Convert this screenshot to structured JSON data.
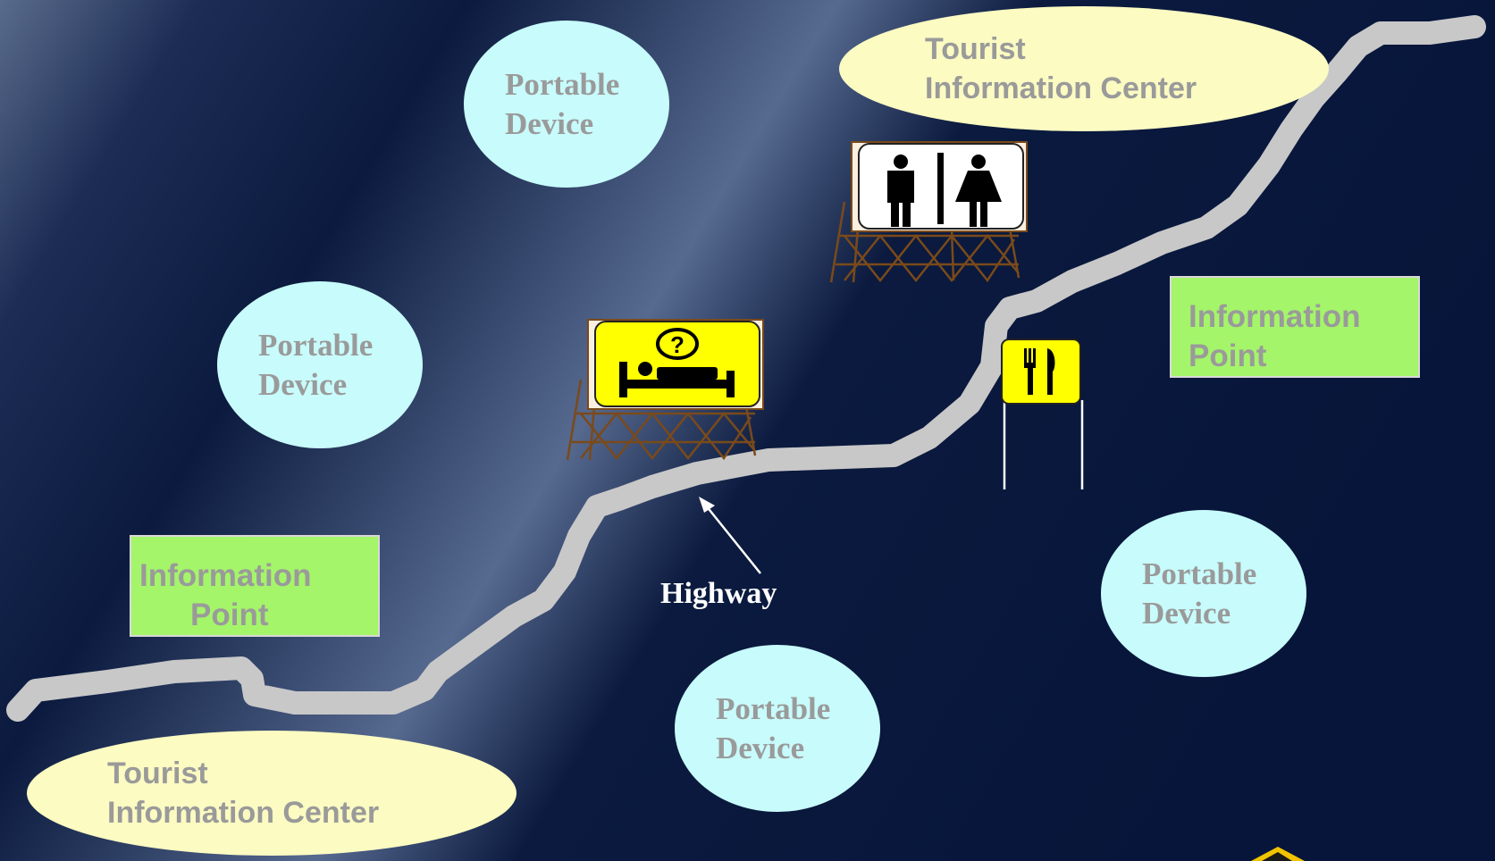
{
  "portable_devices": [
    {
      "line1": "Portable",
      "line2": "Device"
    },
    {
      "line1": "Portable",
      "line2": "Device"
    },
    {
      "line1": "Portable",
      "line2": "Device"
    },
    {
      "line1": "Portable",
      "line2": "Device"
    }
  ],
  "tourist_centers": [
    {
      "line1": "Tourist",
      "line2": "Information Center"
    },
    {
      "line1": "Tourist",
      "line2": "Information Center"
    }
  ],
  "info_points": [
    {
      "line1": "Information",
      "line2": "Point"
    },
    {
      "line1": "Information",
      "line2": "Point"
    }
  ],
  "highway_label": "Highway",
  "signs": {
    "restroom": "restroom-icon",
    "lodging": "lodging-icon",
    "restaurant": "restaurant-icon"
  },
  "colors": {
    "background": "#0b1a3e",
    "device_fill": "#c8fbfb",
    "tourist_fill": "#fbfbc2",
    "info_point_fill": "#a4f56a",
    "label_text": "#9a9a9a",
    "road": "#c8c8c8",
    "sign_yellow": "#ffff00"
  }
}
